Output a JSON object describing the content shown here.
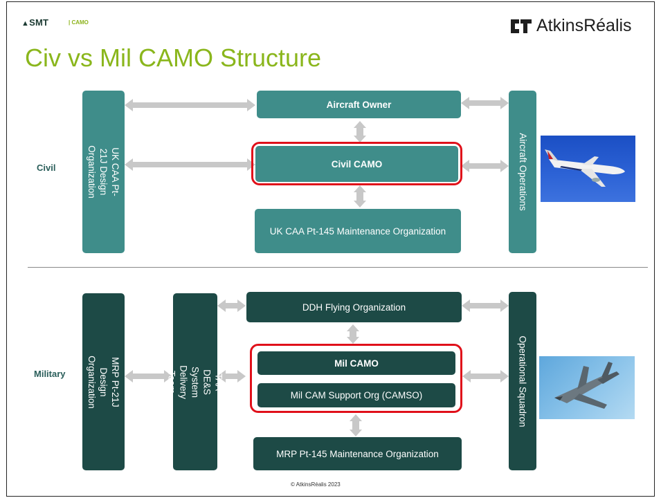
{
  "header": {
    "brand": "SMT",
    "tag": "| CAMO",
    "company": "AtkinsRéalis"
  },
  "title": "Civ vs Mil CAMO Structure",
  "civil": {
    "label": "Civil",
    "design_org": "UK CAA Pt-21J Design Organization",
    "owner": "Aircraft Owner",
    "camo": "Civil CAMO",
    "maintenance": "UK CAA Pt-145 Maintenance Organization",
    "operations": "Aircraft Operations"
  },
  "military": {
    "label": "Military",
    "design_org": "MRP Pt-21J Design Organization",
    "taa": "TAA DE&S System Delivery Team",
    "flying_org": "DDH Flying Organization",
    "camo": "Mil CAMO",
    "camso": "Mil CAM Support Org (CAMSO)",
    "maintenance": "MRP Pt-145 Maintenance Organization",
    "squadron": "Operational Squadron"
  },
  "footer": "© AtkinsRéalis 2023",
  "colors": {
    "civil_box": "#3f8d8a",
    "military_box": "#1d4a46",
    "title": "#8ab61c",
    "highlight": "#e0101a",
    "arrow": "#c8c8c8"
  }
}
